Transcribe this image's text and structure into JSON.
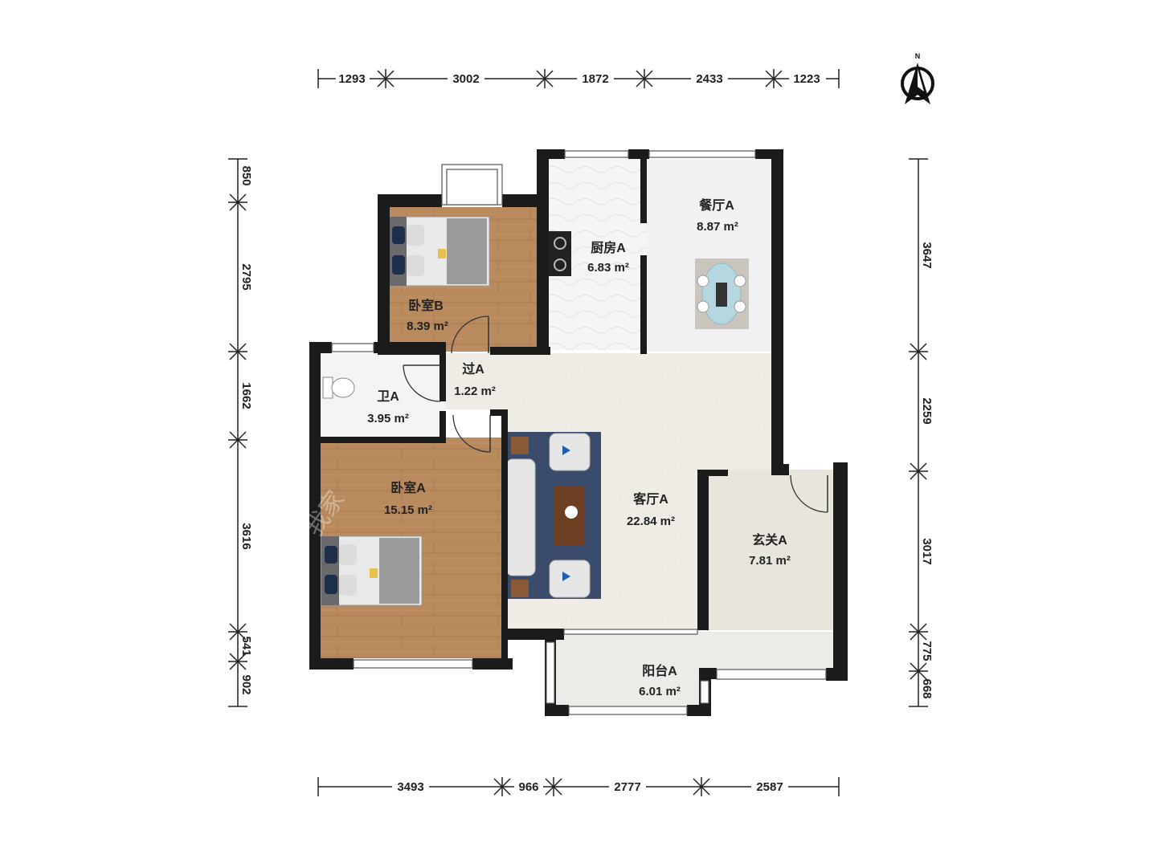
{
  "rooms": {
    "bedroom_b": {
      "name": "卧室B",
      "area": "8.39 m²"
    },
    "kitchen": {
      "name": "厨房A",
      "area": "6.83 m²"
    },
    "dining": {
      "name": "餐厅A",
      "area": "8.87 m²"
    },
    "corridor": {
      "name": "过A",
      "area": "1.22 m²"
    },
    "bathroom": {
      "name": "卫A",
      "area": "3.95 m²"
    },
    "bedroom_a": {
      "name": "卧室A",
      "area": "15.15 m²"
    },
    "living": {
      "name": "客厅A",
      "area": "22.84 m²"
    },
    "entrance": {
      "name": "玄关A",
      "area": "7.81 m²"
    },
    "balcony": {
      "name": "阳台A",
      "area": "6.01 m²"
    }
  },
  "dimensions": {
    "top": [
      "1293",
      "3002",
      "1872",
      "2433",
      "1223"
    ],
    "bottom": [
      "3493",
      "966",
      "2777",
      "2587"
    ],
    "left": [
      "850",
      "2795",
      "1662",
      "3616",
      "541",
      "902"
    ],
    "right": [
      "3647",
      "2259",
      "3017",
      "775",
      "668"
    ]
  },
  "compass": {
    "label": "N"
  },
  "watermark": "我家",
  "colors": {
    "wood": "#b98a5e",
    "tile": "#f0ede6",
    "wall": "#1b1b1b",
    "rug": "#3b4b6b"
  }
}
